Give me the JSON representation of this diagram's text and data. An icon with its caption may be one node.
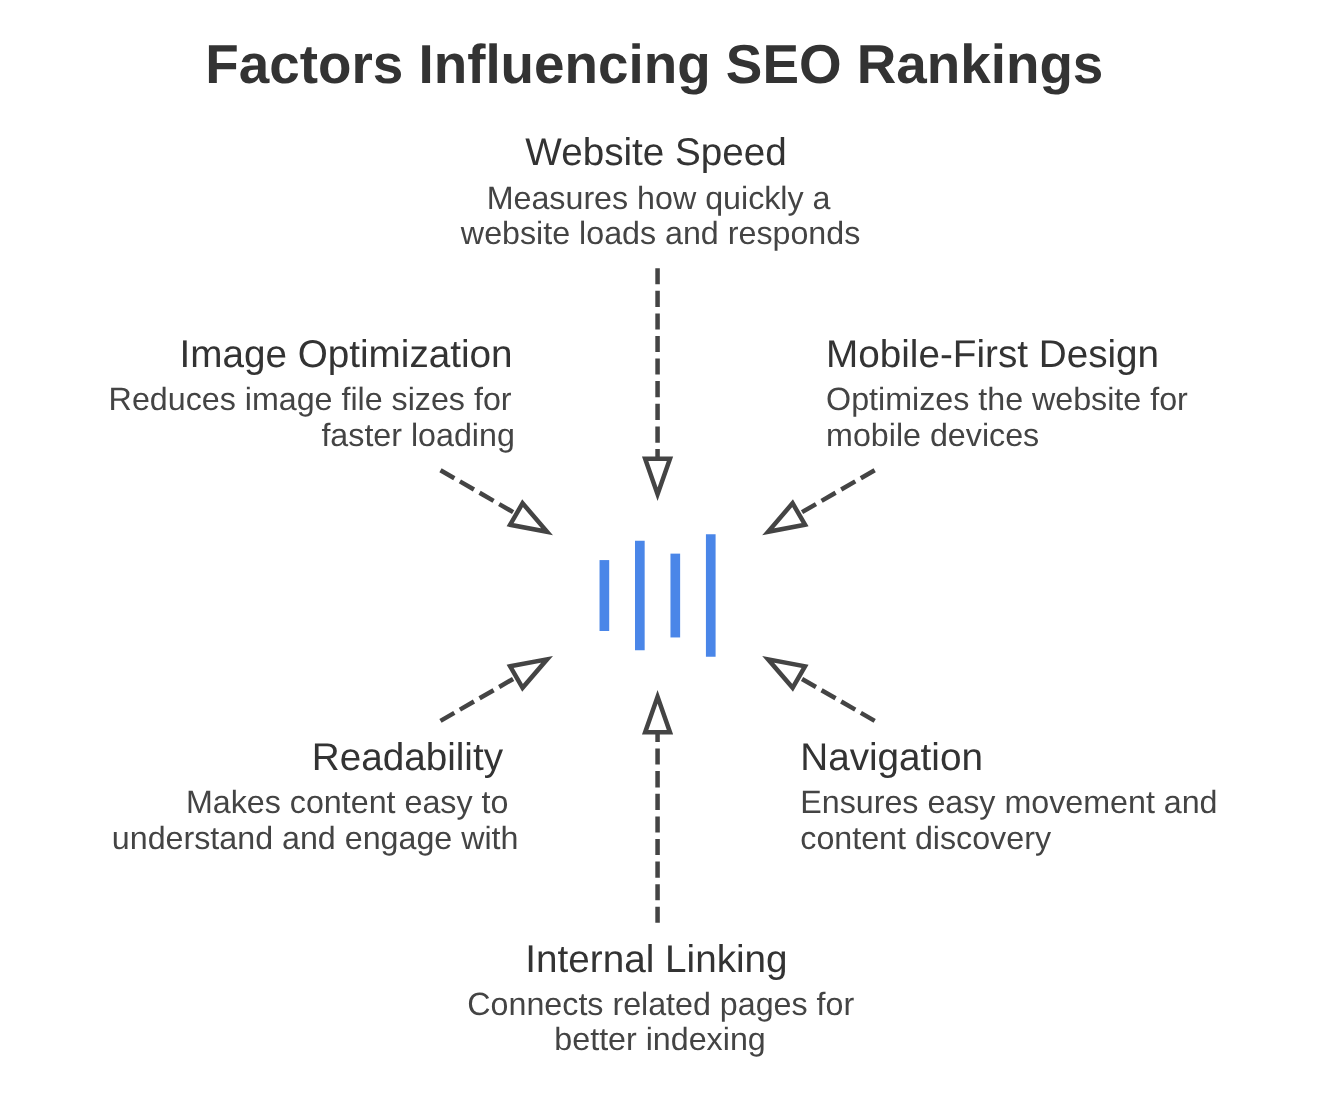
{
  "diagram": {
    "title": "Factors Influencing SEO Rankings",
    "nodes": [
      {
        "text": [
          "Website Speed",
          "Measures how quickly a website loads and responds"
        ]
      },
      {
        "text": [
          "Image Optimization",
          "Reduces image file sizes for faster loading"
        ]
      },
      {
        "text": [
          "Mobile-First Design",
          "Optimizes the website for mobile devices"
        ]
      },
      {
        "text": [],
        "shape": "picture"
      },
      {
        "text": [
          "Readability",
          "Makes content easy to understand and engage with"
        ]
      },
      {
        "text": [
          "Navigation",
          "Ensures easy movement and content discovery"
        ]
      },
      {
        "text": [
          "Internal Linking",
          "Connects related pages for better indexing"
        ]
      }
    ],
    "edges": [
      {
        "from": 0,
        "to": 3,
        "arrow": "to",
        "style": "dashed"
      },
      {
        "from": 1,
        "to": 3,
        "arrow": "to",
        "style": "dashed"
      },
      {
        "from": 2,
        "to": 3,
        "arrow": "to",
        "style": "dashed"
      },
      {
        "from": 4,
        "to": 3,
        "arrow": "to",
        "style": "dashed"
      },
      {
        "from": 5,
        "to": 3,
        "arrow": "to",
        "style": "dashed"
      },
      {
        "from": 6,
        "to": 3,
        "arrow": "to",
        "style": "dashed"
      }
    ]
  }
}
